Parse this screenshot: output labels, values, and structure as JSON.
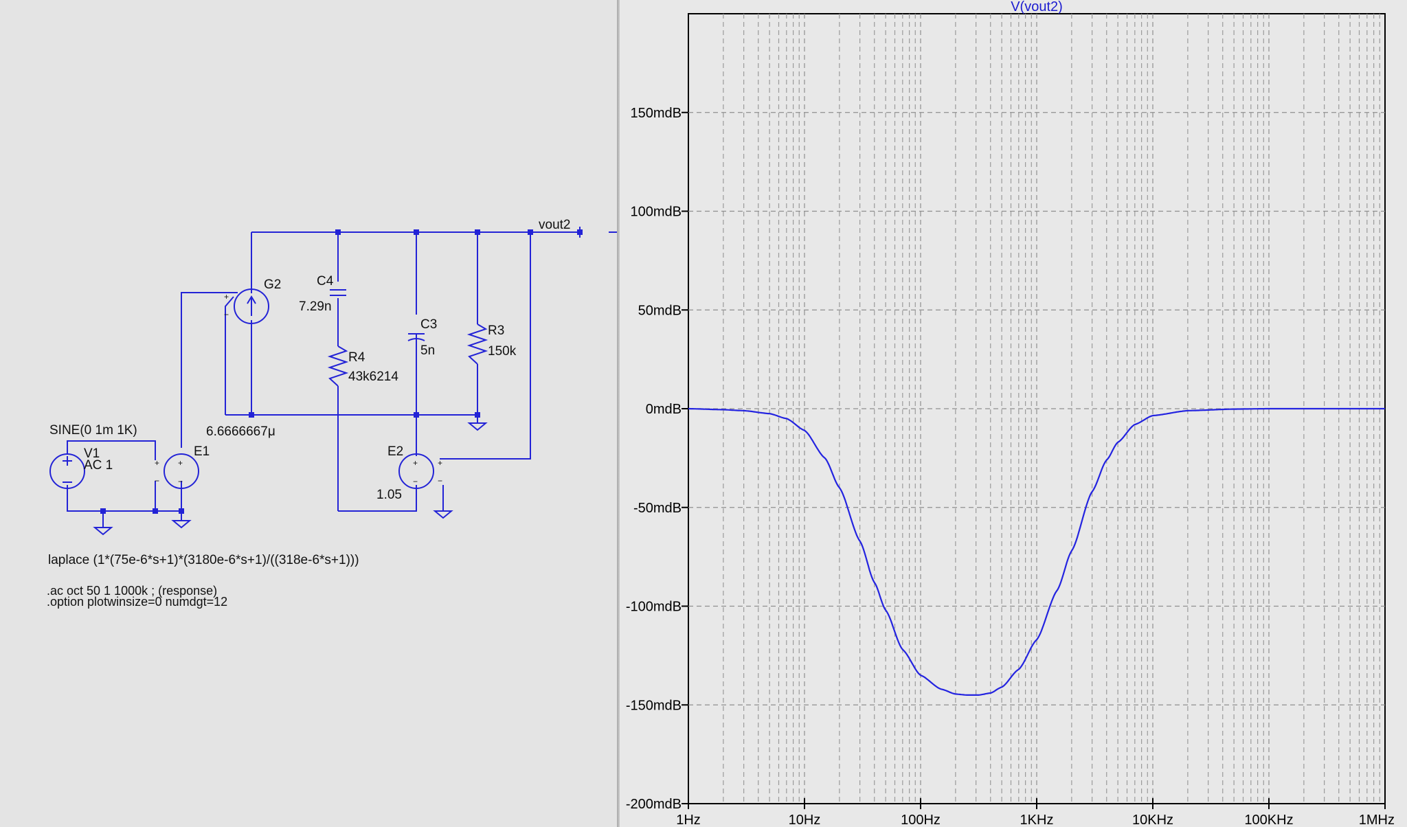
{
  "schematic": {
    "net_label": "vout2",
    "components": {
      "G2": {
        "name": "G2",
        "value": "6.6666667μ"
      },
      "C4": {
        "name": "C4",
        "value": "7.29n"
      },
      "R4": {
        "name": "R4",
        "value": "43k6214"
      },
      "C3": {
        "name": "C3",
        "value": "5n"
      },
      "R3": {
        "name": "R3",
        "value": "150k"
      },
      "V1": {
        "name": "V1",
        "value": "SINE(0 1m 1K)",
        "ac": "AC 1"
      },
      "E1": {
        "name": "E1",
        "value": "laplace (1*(75e-6*s+1)*(3180e-6*s+1)/((318e-6*s+1)))"
      },
      "E2": {
        "name": "E2",
        "value": "1.05"
      }
    },
    "directives": [
      ".ac oct 50 1 1000k ;  (response)",
      ".option plotwinsize=0 numdgt=12"
    ]
  },
  "waveform": {
    "accent_color": "#1c1cd0",
    "trace_color": "#2323e0",
    "chart_data": {
      "type": "line",
      "title": "V(vout2)",
      "x_scale": "log",
      "xlim": [
        1,
        1000000
      ],
      "ylim": [
        -200,
        200
      ],
      "x_tick_labels": [
        "1Hz",
        "10Hz",
        "100Hz",
        "1KHz",
        "10KHz",
        "100KHz",
        "1MHz"
      ],
      "y_tick_labels": [
        "150mdB",
        "100mdB",
        "50mdB",
        "0mdB",
        "-50mdB",
        "-100mdB",
        "-150mdB",
        "-200mdB"
      ],
      "grid": true,
      "series": [
        {
          "name": "V(vout2)",
          "x": [
            1,
            2,
            3,
            5,
            7,
            10,
            15,
            20,
            30,
            40,
            50,
            70,
            100,
            150,
            200,
            250,
            316,
            400,
            500,
            700,
            1000,
            1500,
            2000,
            3000,
            4000,
            5000,
            7000,
            10000,
            20000,
            50000,
            100000,
            1000000
          ],
          "y": [
            0,
            -0.5,
            -1,
            -2.5,
            -5,
            -11,
            -25,
            -40,
            -67,
            -88,
            -102,
            -122,
            -135,
            -142,
            -144.5,
            -145,
            -145,
            -144,
            -141,
            -132,
            -117,
            -92,
            -72,
            -42,
            -26,
            -17,
            -8,
            -3.5,
            -1,
            -0.2,
            0,
            0
          ]
        }
      ]
    }
  }
}
